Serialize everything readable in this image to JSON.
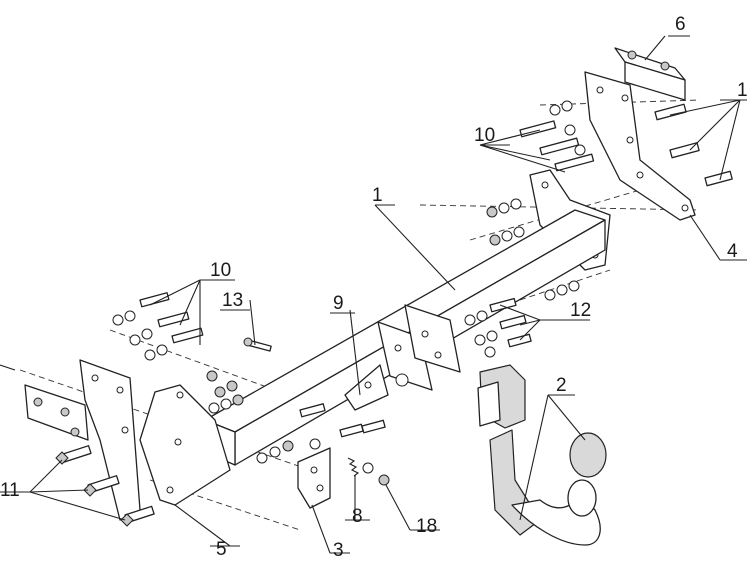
{
  "labels": {
    "part_6": "6",
    "part_1_right": "1",
    "part_10_right": "10",
    "part_1_center": "1",
    "part_4": "4",
    "part_10_left": "10",
    "part_13": "13",
    "part_9": "9",
    "part_12": "12",
    "part_2": "2",
    "part_11": "11",
    "part_8": "8",
    "part_18": "18",
    "part_5": "5",
    "part_3": "3"
  }
}
